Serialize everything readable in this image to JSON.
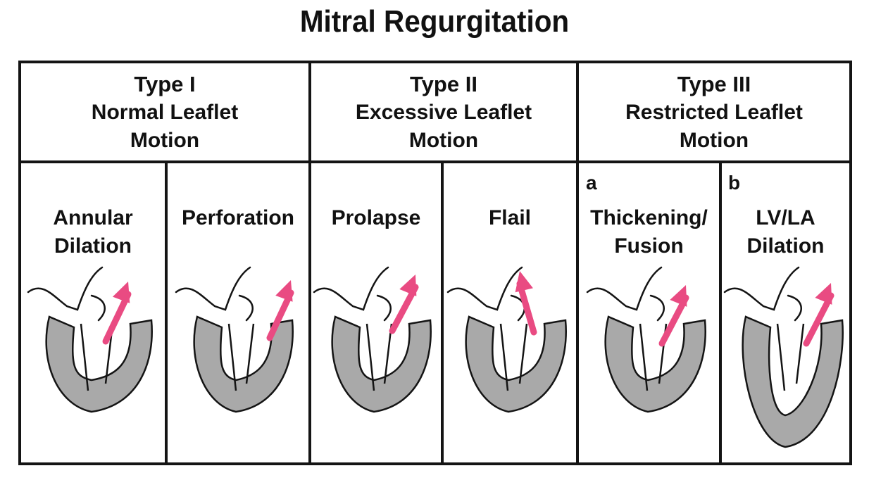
{
  "diagram": {
    "title": "Mitral Regurgitation",
    "types": [
      {
        "name": "Type I",
        "desc_line1": "Normal Leaflet",
        "desc_line2": "Motion"
      },
      {
        "name": "Type II",
        "desc_line1": "Excessive Leaflet",
        "desc_line2": "Motion"
      },
      {
        "name": "Type III",
        "desc_line1": "Restricted Leaflet",
        "desc_line2": "Motion"
      }
    ],
    "panels": [
      {
        "letter": "",
        "line1": "Annular",
        "line2": "Dilation"
      },
      {
        "letter": "",
        "line1": "Perforation",
        "line2": ""
      },
      {
        "letter": "",
        "line1": "Prolapse",
        "line2": ""
      },
      {
        "letter": "",
        "line1": "Flail",
        "line2": ""
      },
      {
        "letter": "a",
        "line1": "Thickening/",
        "line2": "Fusion"
      },
      {
        "letter": "b",
        "line1": "LV/LA",
        "line2": "Dilation"
      }
    ],
    "colors": {
      "ventricle_fill": "#a9a9a9",
      "regurgitant_arrow": "#e94b82",
      "outline": "#141414"
    }
  }
}
